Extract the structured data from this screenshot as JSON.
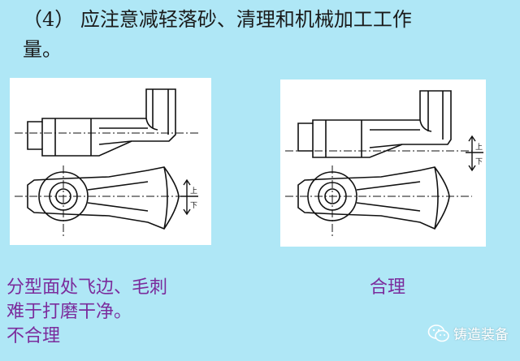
{
  "heading": {
    "line1": "（4）  应注意减轻落砂、清理和机械加工工作",
    "line2": "量。"
  },
  "figure_left": {
    "mark_top": "上",
    "mark_bottom": "下"
  },
  "figure_right": {
    "mark_top": "上",
    "mark_bottom": "下"
  },
  "caption_left": {
    "line1": "分型面处飞边、毛刺",
    "line2": "难于打磨干净。",
    "line3": "不合理"
  },
  "caption_right": {
    "text": "合理"
  },
  "watermark": {
    "text": "铸造装备",
    "icon": "wechat-icon"
  },
  "colors": {
    "background": "#afe7f6",
    "caption": "#7b2c9c"
  }
}
